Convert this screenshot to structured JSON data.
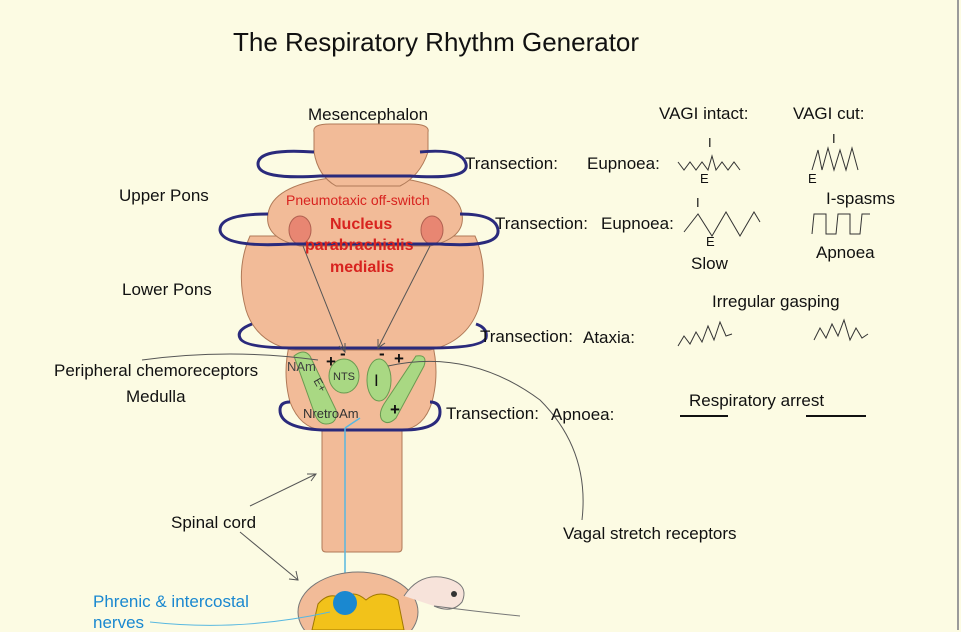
{
  "title": "The Respiratory Rhythm Generator",
  "levels": {
    "mesencephalon": "Mesencephalon",
    "upper_pons": "Upper Pons",
    "lower_pons": "Lower Pons",
    "peripheral": "Peripheral chemoreceptors",
    "medulla": "Medulla",
    "spinal_cord": "Spinal cord",
    "vagal": "Vagal stretch receptors",
    "phrenic_1": "Phrenic & intercostal",
    "phrenic_2": "nerves"
  },
  "pons_labels": {
    "pneumotaxic": "Pneumotaxic  off-switch",
    "nucleus_1": "Nucleus",
    "nucleus_2": "parabrachialis",
    "nucleus_3": "medialis"
  },
  "medulla_labels": {
    "nam": "NAm",
    "nts": "NTS",
    "i": "I",
    "e_plus": "E+",
    "nretroam": "NretroAm",
    "plus": "+",
    "minus": "-"
  },
  "columns": {
    "intact": "VAGI intact:",
    "cut": "VAGI cut:"
  },
  "transection_label": "Transection:",
  "rows": {
    "r1": {
      "state": "Eupnoea:"
    },
    "r2": {
      "state": "Eupnoea:",
      "intact_note": "Slow",
      "cut_top": "I-spasms",
      "cut_note": "Apnoea"
    },
    "r3": {
      "header": "Irregular gasping",
      "state": "Ataxia:"
    },
    "r4": {
      "state": "Apnoea:",
      "header": "Respiratory arrest"
    }
  },
  "trace_labels": {
    "i": "I",
    "e": "E"
  },
  "colors": {
    "background": "#fcfbe3",
    "brainstem": "#f2bb98",
    "ring": "#2a2a7c",
    "nucleus": "#e88672",
    "medulla_nuclei": "#a9d883",
    "red_text": "#d8231f",
    "blue_text": "#1a88d0",
    "spinal_grey": "#f2c21a"
  }
}
